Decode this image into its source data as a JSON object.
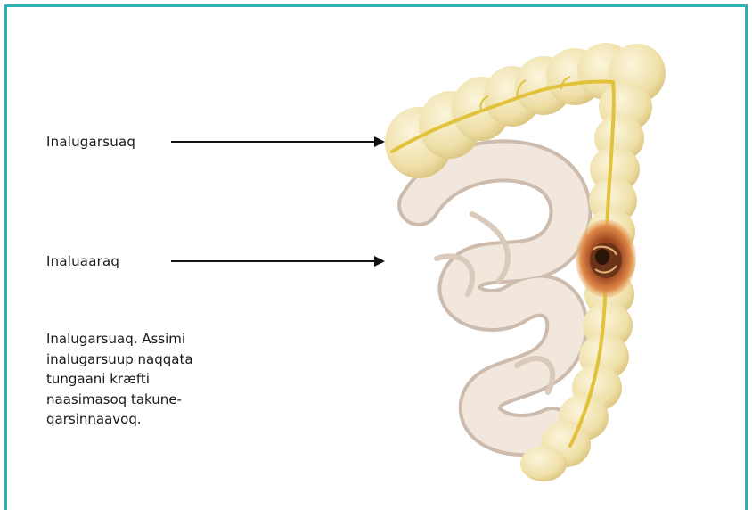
{
  "labels": {
    "large_intestine": "Inalugarsuaq",
    "small_intestine": "Inaluaaraq"
  },
  "caption": "Inalugarsuaq. Assimi\ninalugarsuup naqqata\ntungaani kræfti\nnaasimasoq takune-\nqarsinnaavoq.",
  "colors": {
    "frame": "#2bb3b3",
    "colon": "#f2e6b8",
    "colon_shadow": "#dcc98a",
    "small_intestine": "#f1e7dc",
    "tumor": "#c4552a",
    "vessel": "#e2c23a"
  }
}
